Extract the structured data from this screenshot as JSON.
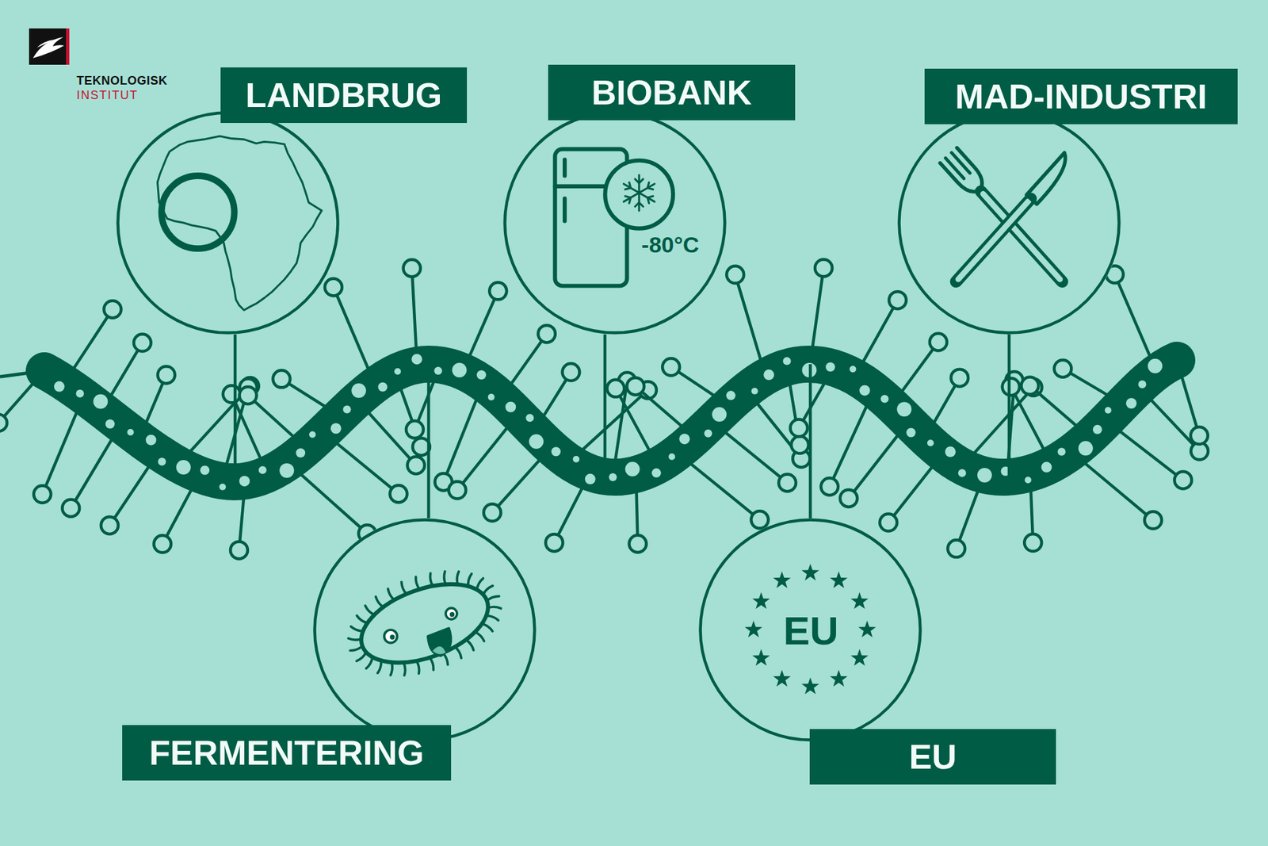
{
  "diagram": {
    "nodes": [
      {
        "text": [
          "LANDBRUG"
        ]
      },
      {
        "text": [
          "BIOBANK",
          "-80°C"
        ]
      },
      {
        "text": [
          "MAD-INDUSTRI"
        ]
      },
      {
        "text": [
          "FERMENTERING"
        ]
      },
      {
        "text": [
          "EU",
          "EU"
        ]
      }
    ],
    "labels": [
      "TEKNOLOGISK",
      "INSTITUT"
    ]
  }
}
